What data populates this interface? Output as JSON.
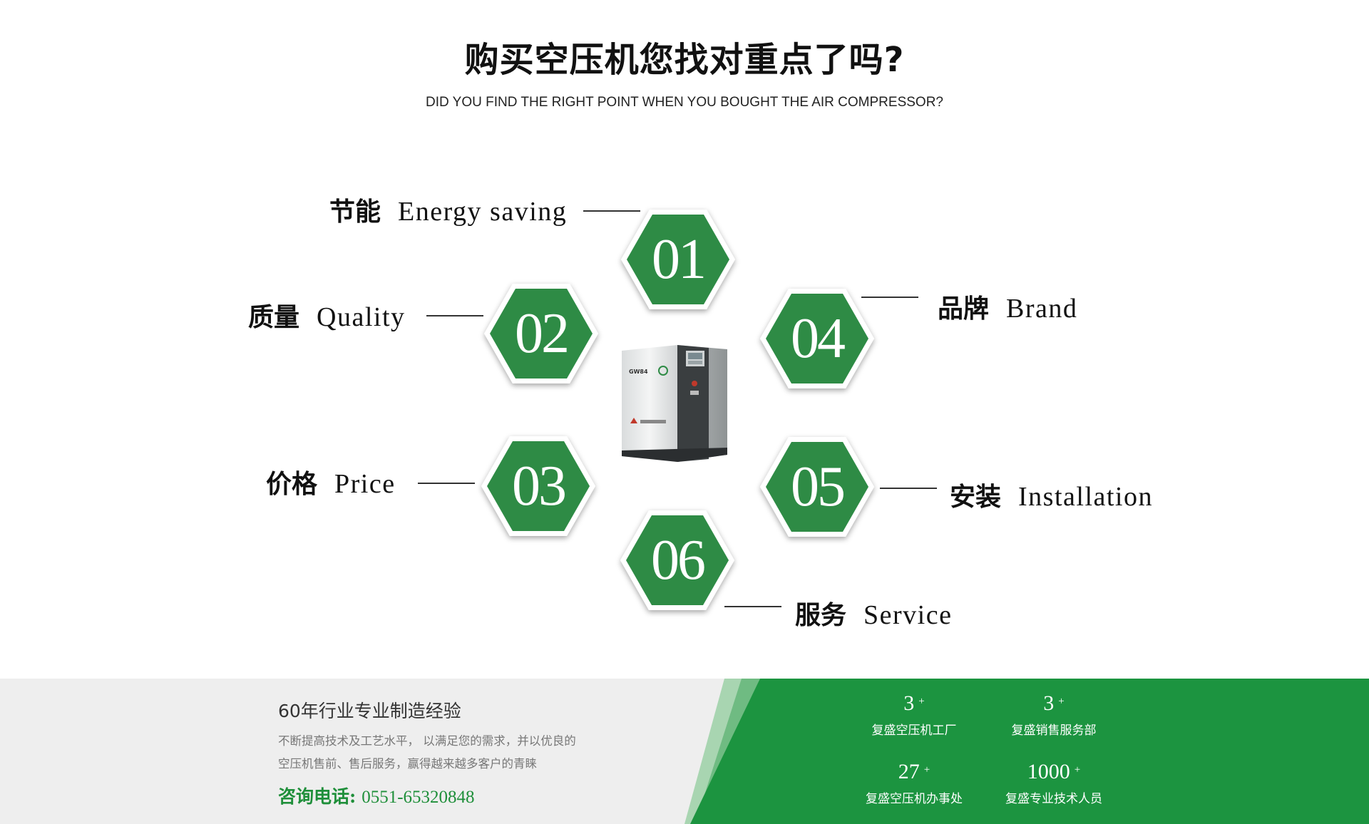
{
  "header": {
    "title": "购买空压机您找对重点了吗?",
    "subtitle": "DID YOU FIND THE RIGHT POINT WHEN YOU BOUGHT THE AIR COMPRESSOR?"
  },
  "colors": {
    "accent": "#2e8b45",
    "footer_green": "#1c9440",
    "footer_gray": "#eeeeee"
  },
  "points": [
    {
      "num": "01",
      "zh": "节能",
      "en": "Energy saving"
    },
    {
      "num": "02",
      "zh": "质量",
      "en": "Quality"
    },
    {
      "num": "03",
      "zh": "价格",
      "en": "Price"
    },
    {
      "num": "04",
      "zh": "品牌",
      "en": "Brand"
    },
    {
      "num": "05",
      "zh": "安装",
      "en": "Installation"
    },
    {
      "num": "06",
      "zh": "服务",
      "en": "Service"
    }
  ],
  "product": {
    "model": "GW84"
  },
  "footer": {
    "title": "60年行业专业制造经验",
    "desc_line1": "不断提高技术及工艺水平， 以满足您的需求，并以优良的",
    "desc_line2": "空压机售前、售后服务，赢得越来越多客户的青睐",
    "phone_label": "咨询电话:",
    "phone": "0551-65320848",
    "stats": [
      {
        "value": "3",
        "plus": "+",
        "label": "复盛空压机工厂"
      },
      {
        "value": "3",
        "plus": "+",
        "label": "复盛销售服务部"
      },
      {
        "value": "27",
        "plus": "+",
        "label": "复盛空压机办事处"
      },
      {
        "value": "1000",
        "plus": "+",
        "label": "复盛专业技术人员"
      }
    ]
  }
}
